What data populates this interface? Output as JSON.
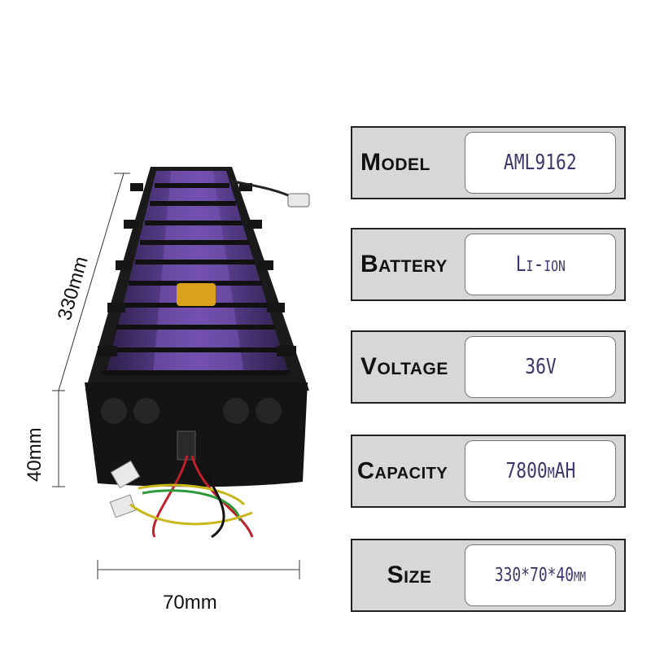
{
  "dimensions": {
    "length": "330mm",
    "height": "40mm",
    "width": "70mm"
  },
  "specs": [
    {
      "label": "Model",
      "value": "AML9162"
    },
    {
      "label": "Battery",
      "value": "Li-ion"
    },
    {
      "label": "Voltage",
      "value": "36V"
    },
    {
      "label": "Capacity",
      "value": "7800mAH"
    },
    {
      "label": "Size",
      "value": "330*70*40mm"
    }
  ],
  "colors": {
    "cell_wrap": "#5a3a8a",
    "pack_black": "#141414",
    "label_box": "#d7d7d7",
    "value_text": "#3e356b"
  }
}
